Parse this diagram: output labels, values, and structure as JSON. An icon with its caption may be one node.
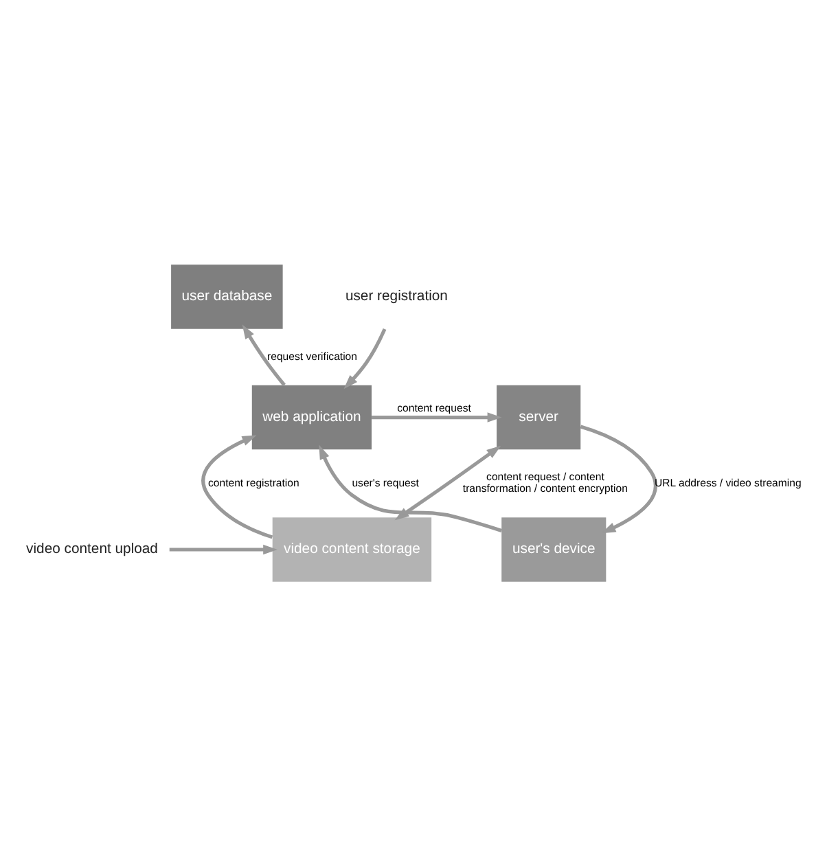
{
  "diagram": {
    "nodes": [
      {
        "text": [
          "user database"
        ]
      },
      {
        "text": [
          "web application"
        ]
      },
      {
        "text": [
          "server"
        ]
      },
      {
        "text": [
          "video content storage"
        ]
      },
      {
        "text": [
          "user's device"
        ]
      },
      {
        "text": [
          "user registration"
        ]
      },
      {
        "text": [
          "video content upload"
        ]
      }
    ],
    "edges": [
      {
        "from": 1,
        "to": 0,
        "arrow": "to",
        "label": "request verification"
      },
      {
        "from": 5,
        "to": 1,
        "arrow": "to"
      },
      {
        "from": 1,
        "to": 2,
        "arrow": "to",
        "label": "content request"
      },
      {
        "from": 6,
        "to": 3,
        "arrow": "to"
      },
      {
        "from": 3,
        "to": 1,
        "arrow": "to",
        "label": "content registration"
      },
      {
        "from": 4,
        "to": 1,
        "arrow": "to",
        "label": "user's request"
      },
      {
        "from": 2,
        "to": 4,
        "arrow": "to",
        "label": "URL address / video streaming"
      },
      {
        "from": 3,
        "to": 2,
        "arrow": "both",
        "label": "content request / content transformation / content encryption"
      }
    ]
  }
}
